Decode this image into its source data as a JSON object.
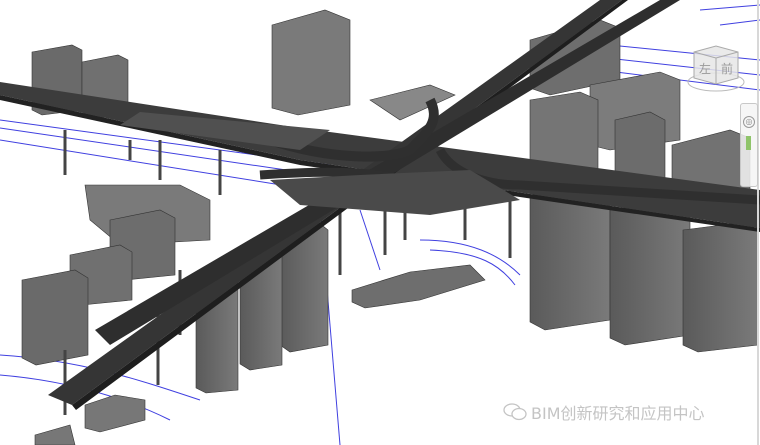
{
  "viewcube": {
    "left_face": "左",
    "front_face": "前"
  },
  "navigation_bar": {
    "wheel_icon": "steering-wheel-icon",
    "zoom_icon": "zoom-icon"
  },
  "watermark": {
    "text": "BIM创新研究和应用中心",
    "icon": "wechat-icon"
  },
  "colors": {
    "structure": "#6e6e6e",
    "road_deck": "#3a3a3a",
    "lane_lines": "#3a3ae6",
    "background": "#ffffff"
  }
}
